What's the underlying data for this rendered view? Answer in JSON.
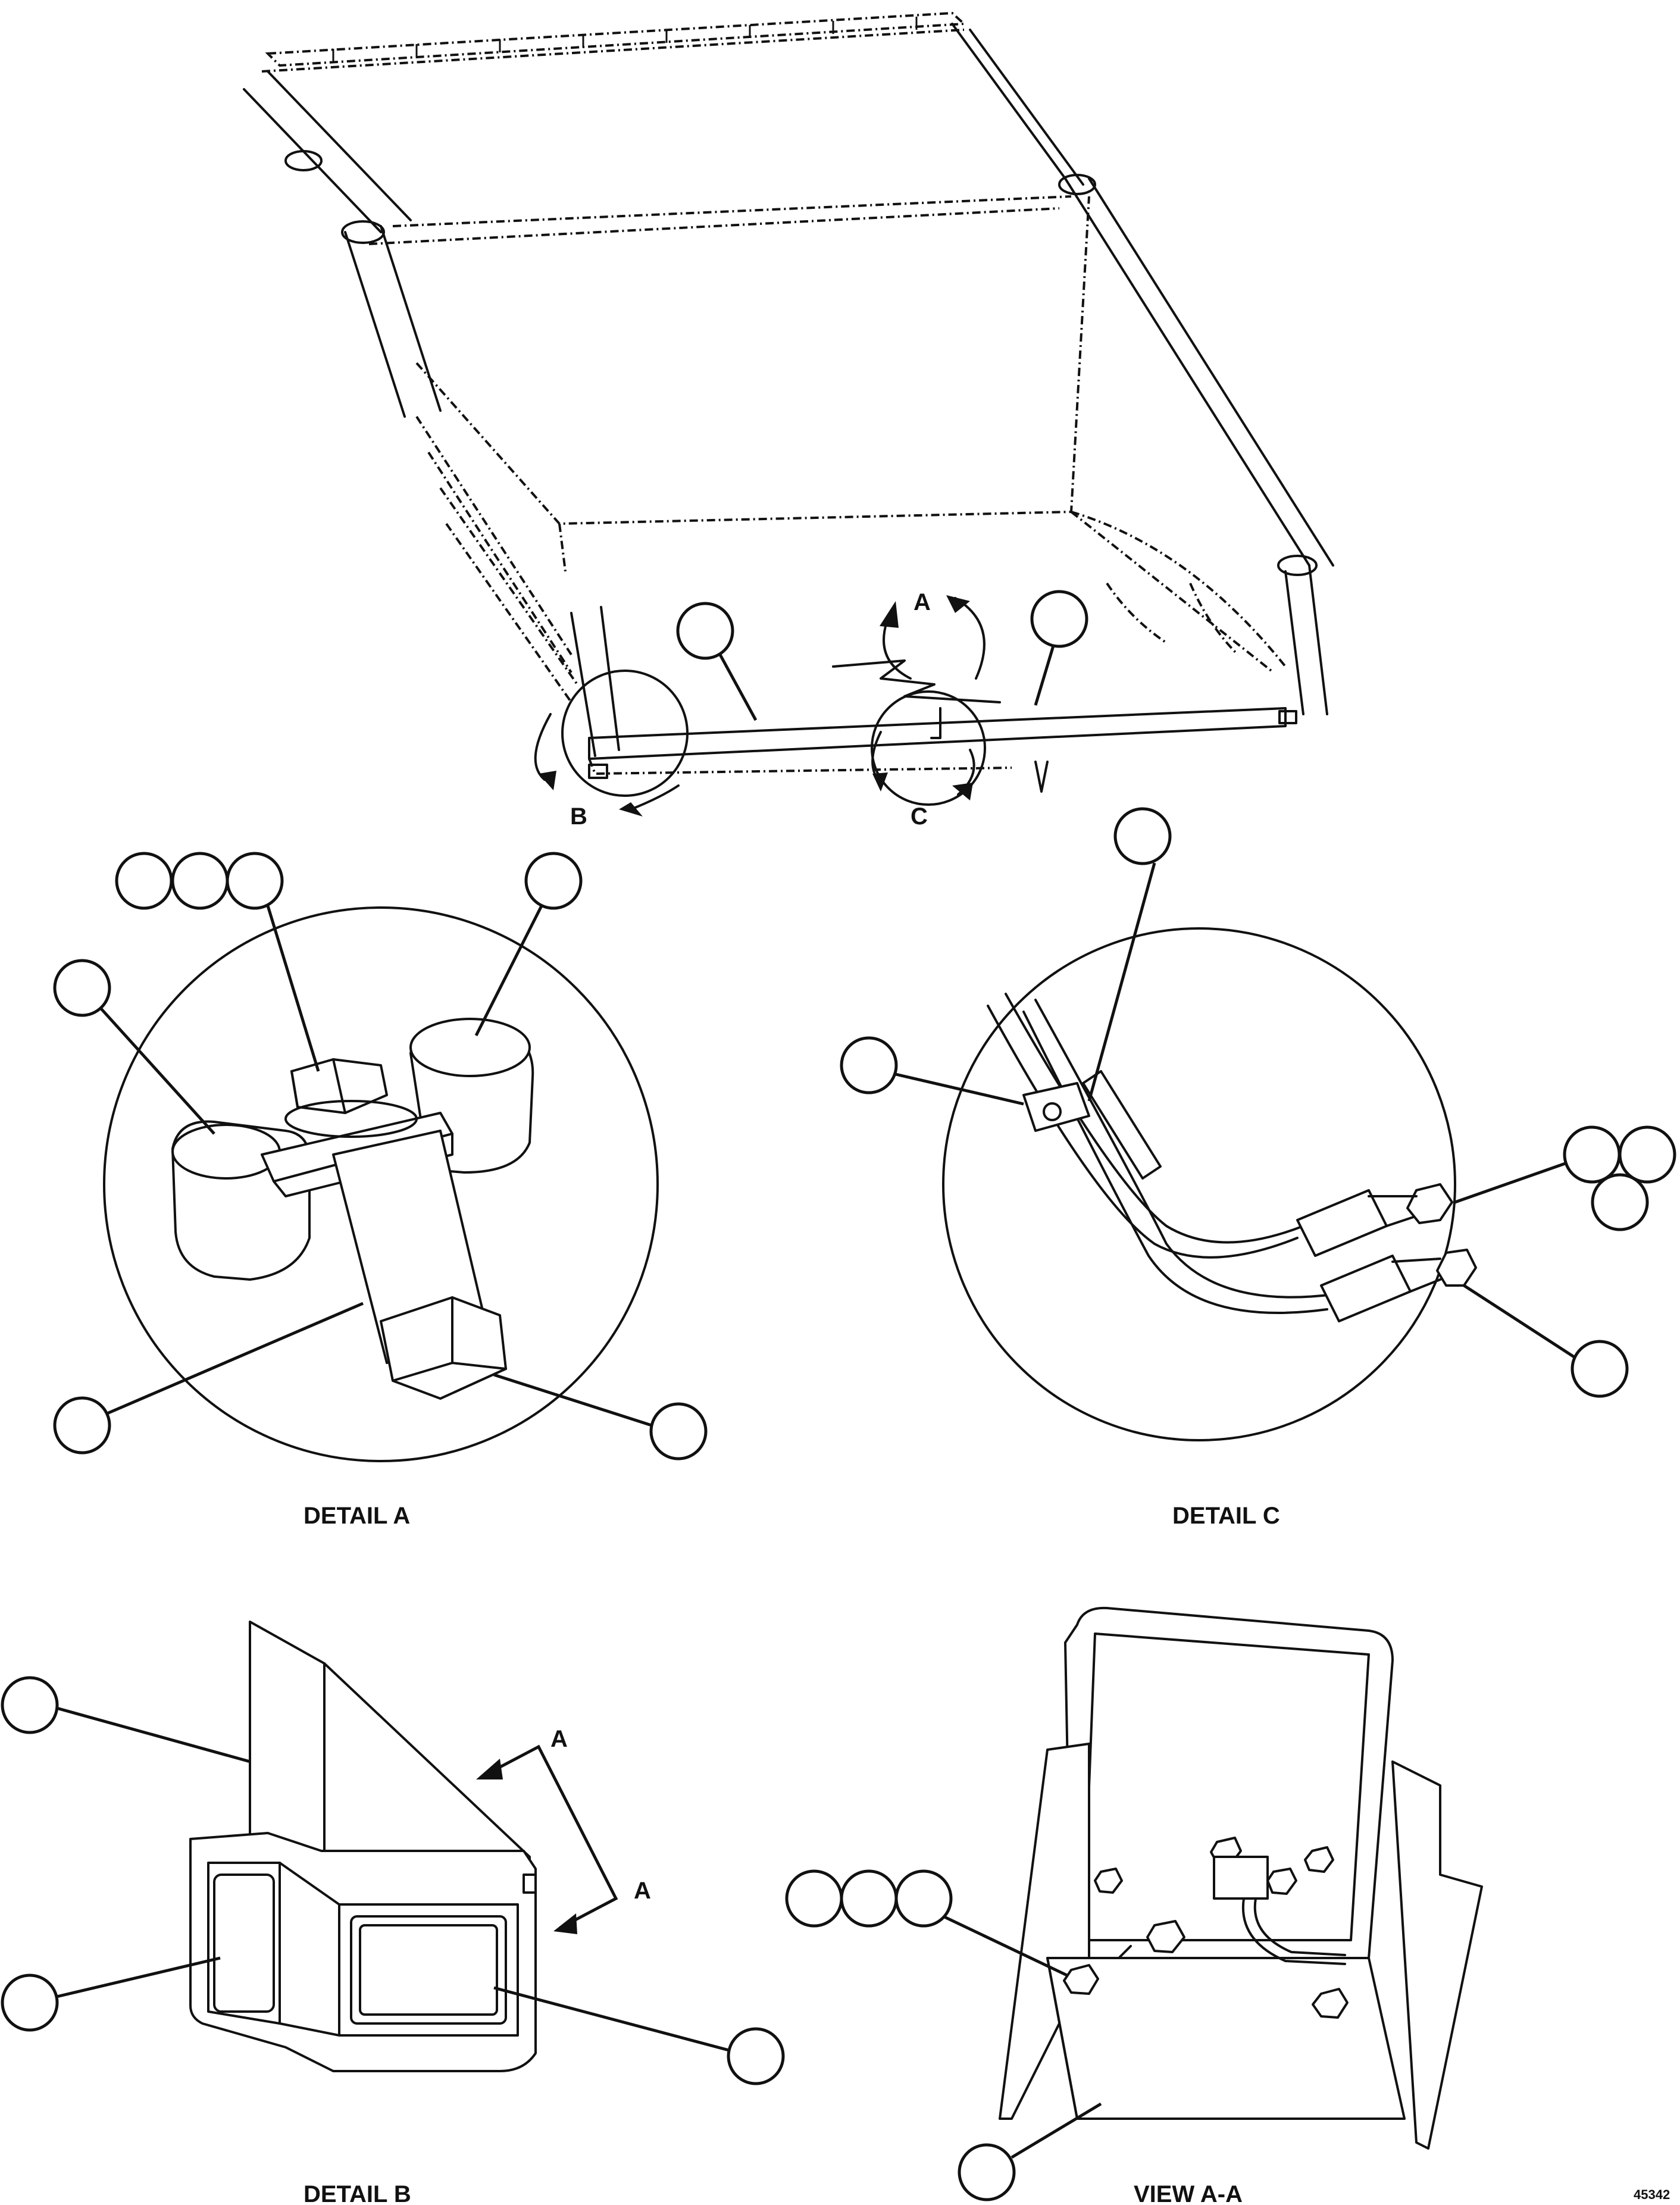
{
  "labels": {
    "detail_a": "DETAIL A",
    "detail_b": "DETAIL B",
    "detail_c": "DETAIL C",
    "view_aa": "VIEW A-A",
    "view_marker_a": "A",
    "view_marker_b": "B",
    "view_marker_c": "C",
    "section_marker_a": "A",
    "doc_number": "45342"
  }
}
